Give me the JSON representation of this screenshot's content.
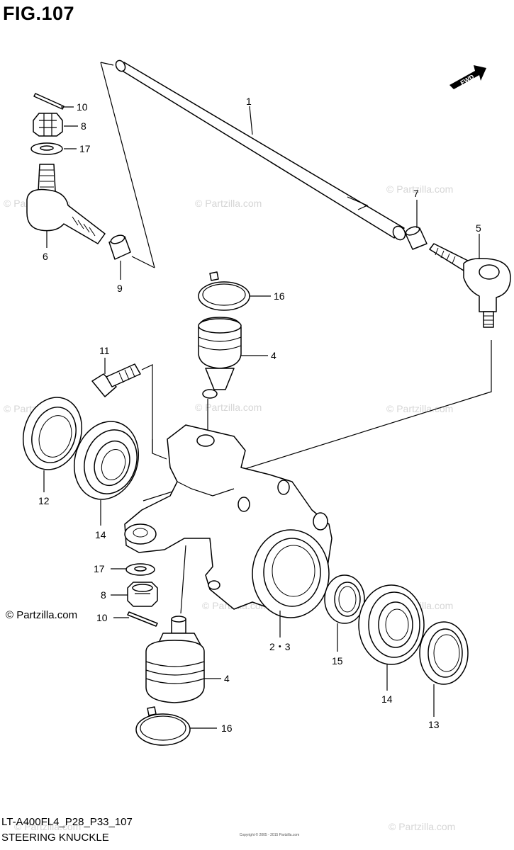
{
  "figure": {
    "title": "FIG.107",
    "model_code": "LT-A400FL4_P28_P33_107",
    "name": "STEERING KNUCKLE",
    "fwd_label": "FWD",
    "copyright": "Copyright © 2005 - 2015 Partzilla.com",
    "watermark": "© Partzilla.com"
  },
  "callouts": [
    {
      "id": "c1",
      "text": "1"
    },
    {
      "id": "c10a",
      "text": "10"
    },
    {
      "id": "c8a",
      "text": "8"
    },
    {
      "id": "c17a",
      "text": "17"
    },
    {
      "id": "c6",
      "text": "6"
    },
    {
      "id": "c9",
      "text": "9"
    },
    {
      "id": "c7",
      "text": "7"
    },
    {
      "id": "c5",
      "text": "5"
    },
    {
      "id": "c16a",
      "text": "16"
    },
    {
      "id": "c4a",
      "text": "4"
    },
    {
      "id": "c11",
      "text": "11"
    },
    {
      "id": "c12",
      "text": "12"
    },
    {
      "id": "c14a",
      "text": "14"
    },
    {
      "id": "c17b",
      "text": "17"
    },
    {
      "id": "c8b",
      "text": "8"
    },
    {
      "id": "c10b",
      "text": "10"
    },
    {
      "id": "c23",
      "text": "2・3"
    },
    {
      "id": "c15",
      "text": "15"
    },
    {
      "id": "c14b",
      "text": "14"
    },
    {
      "id": "c13",
      "text": "13"
    },
    {
      "id": "c4b",
      "text": "4"
    },
    {
      "id": "c16b",
      "text": "16"
    }
  ]
}
